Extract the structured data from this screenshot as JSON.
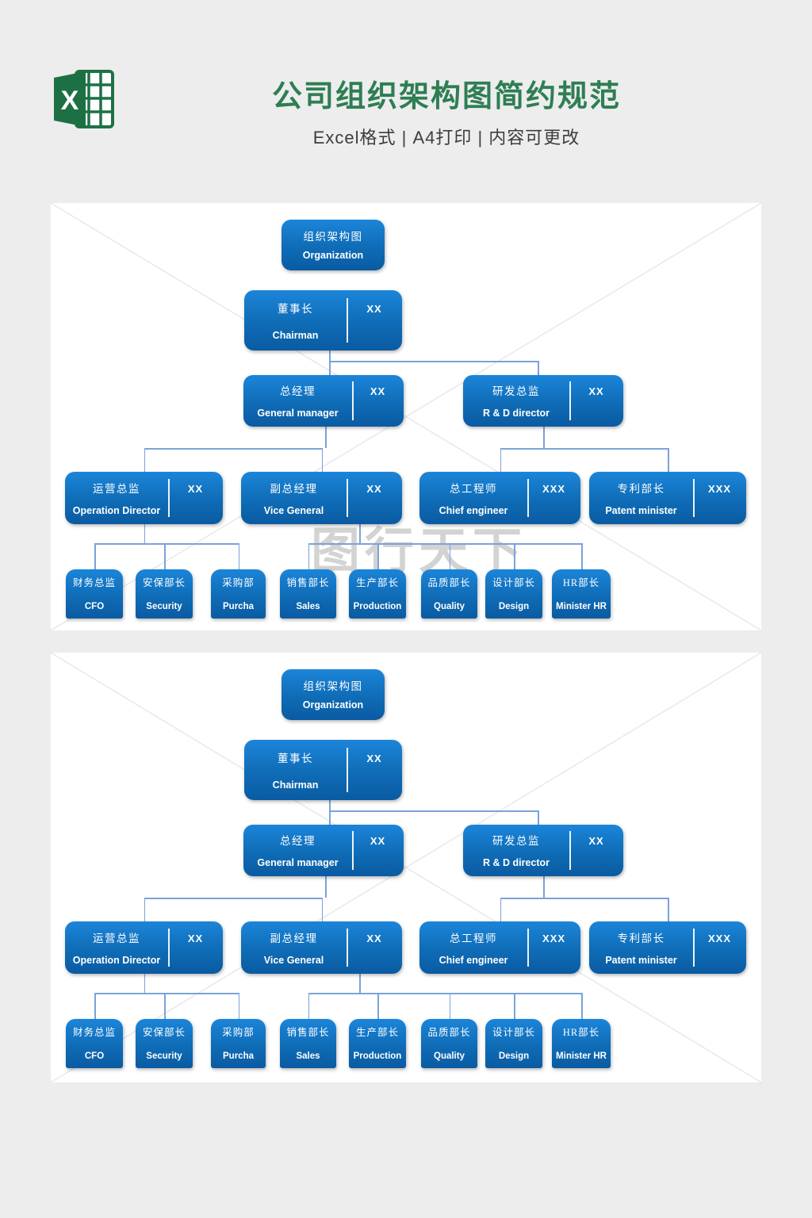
{
  "page": {
    "title": "公司组织架构图简约规范",
    "subtitle": "Excel格式 | A4打印 | 内容可更改"
  },
  "brand": {
    "icon": "excel-logo",
    "letter": "X"
  },
  "watermark": {
    "text": "图行天下"
  },
  "colors": {
    "title_green": "#2e7e53",
    "excel_green": "#1d7044",
    "node_gradient_top": "#1c85d9",
    "node_gradient_bottom": "#0a5ba2",
    "connector_blue": "#7aa3d9",
    "panel_white": "#ffffff",
    "page_background": "#ededee"
  },
  "panels": [
    {
      "name": "org-chart-1"
    },
    {
      "name": "org-chart-2"
    }
  ],
  "org": {
    "nodes": [
      {
        "id": "root",
        "zh": "组织架构图",
        "en": "Organization",
        "value": ""
      },
      {
        "id": "chairman",
        "zh": "董事长",
        "en": "Chairman",
        "value": "XX"
      },
      {
        "id": "gm",
        "zh": "总经理",
        "en": "General manager",
        "value": "XX"
      },
      {
        "id": "rd",
        "zh": "研发总监",
        "en": "R & D director",
        "value": "XX"
      },
      {
        "id": "od",
        "zh": "运营总监",
        "en": "Operation Director",
        "value": "XX"
      },
      {
        "id": "vg",
        "zh": "副总经理",
        "en": "Vice General",
        "value": "XX"
      },
      {
        "id": "ce",
        "zh": "总工程师",
        "en": "Chief engineer",
        "value": "XXX"
      },
      {
        "id": "pm",
        "zh": "专利部长",
        "en": "Patent minister",
        "value": "XXX"
      },
      {
        "id": "cfo",
        "zh": "财务总监",
        "en": "CFO",
        "value": ""
      },
      {
        "id": "sec",
        "zh": "安保部长",
        "en": "Security",
        "value": ""
      },
      {
        "id": "pur",
        "zh": "采购部",
        "en": "Purcha",
        "value": ""
      },
      {
        "id": "sales",
        "zh": "销售部长",
        "en": "Sales",
        "value": ""
      },
      {
        "id": "prod",
        "zh": "生产部长",
        "en": "Production",
        "value": ""
      },
      {
        "id": "qual",
        "zh": "品质部长",
        "en": "Quality",
        "value": ""
      },
      {
        "id": "des",
        "zh": "设计部长",
        "en": "Design",
        "value": ""
      },
      {
        "id": "hr",
        "zh": "HR部长",
        "en": "Minister HR",
        "value": ""
      }
    ],
    "edges": [
      [
        "chairman",
        "gm"
      ],
      [
        "chairman",
        "rd"
      ],
      [
        "gm",
        "od"
      ],
      [
        "gm",
        "vg"
      ],
      [
        "rd",
        "ce"
      ],
      [
        "rd",
        "pm"
      ],
      [
        "od",
        "cfo"
      ],
      [
        "od",
        "sec"
      ],
      [
        "od",
        "pur"
      ],
      [
        "vg",
        "sales"
      ],
      [
        "vg",
        "prod"
      ],
      [
        "vg",
        "qual"
      ],
      [
        "vg",
        "des"
      ],
      [
        "vg",
        "hr"
      ]
    ]
  }
}
